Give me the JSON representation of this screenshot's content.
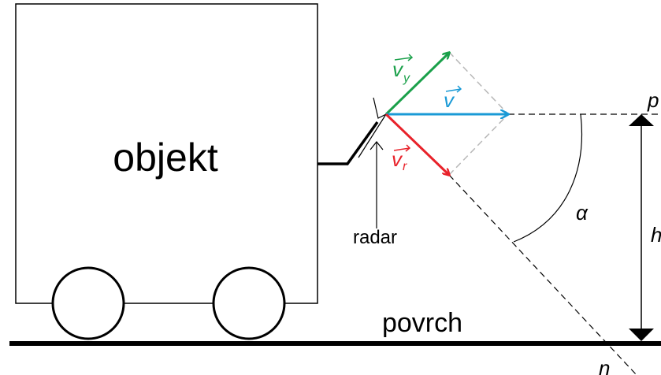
{
  "labels": {
    "object": "objekt",
    "radar": "radar",
    "surface": "povrch",
    "angle": "α",
    "height": "h",
    "line_p": "p",
    "line_n": "n"
  },
  "vectors": {
    "vy": {
      "symbol": "v",
      "subscript": "y",
      "color": "#1aa04a"
    },
    "v": {
      "symbol": "v",
      "subscript": "",
      "color": "#1a9ad6"
    },
    "vr": {
      "symbol": "v",
      "subscript": "r",
      "color": "#e8222a"
    }
  },
  "colors": {
    "line": "#000000",
    "dashed_construction": "#b8b8b8",
    "dashed_reference": "#000000"
  }
}
